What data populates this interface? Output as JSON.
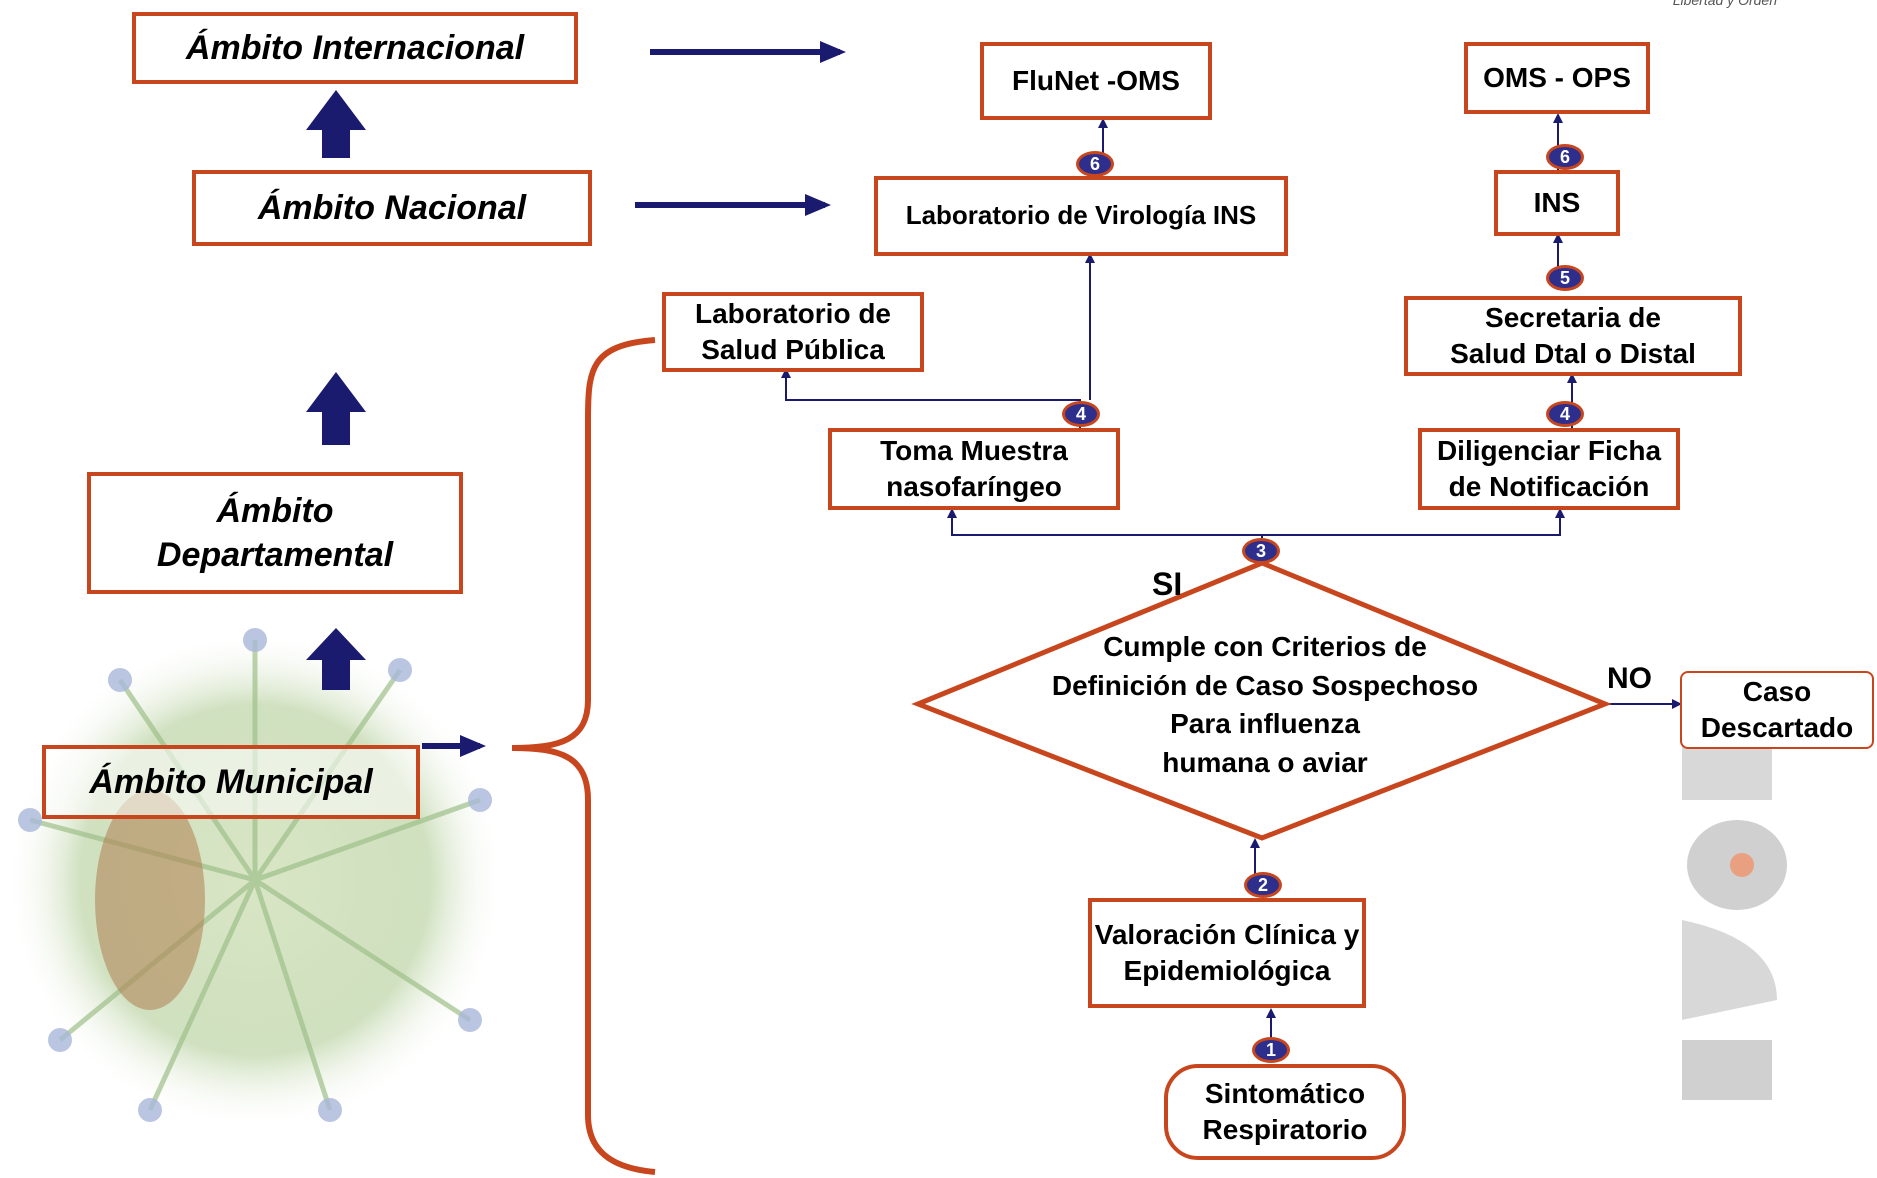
{
  "header": {
    "tagline": "Libertad y Orden"
  },
  "levels": {
    "internacional": "Ámbito Internacional",
    "nacional": "Ámbito Nacional",
    "departamental": "Ámbito\nDepartamental",
    "municipal": "Ámbito Municipal"
  },
  "nodes": {
    "flunet": "FluNet -OMS",
    "oms_ops": "OMS - OPS",
    "lab_virologia": "Laboratorio de Virología INS",
    "ins": "INS",
    "lab_salud_publica": "Laboratorio de\nSalud Pública",
    "secretaria": "Secretaria de\nSalud Dtal o Distal",
    "toma_muestra": "Toma Muestra\nnasofaríngeo",
    "diligenciar_ficha": "Diligenciar Ficha\nde Notificación",
    "decision": "Cumple con Criterios de\nDefinición de Caso Sospechoso\nPara influenza\nhumana o aviar",
    "caso_descartado": "Caso\nDescartado",
    "valoracion": "Valoración Clínica y\nEpidemiológica",
    "sintomatico": "Sintomático\nRespiratorio"
  },
  "labels": {
    "si": "SI",
    "no": "NO"
  },
  "steps": {
    "s1": "1",
    "s2": "2",
    "s3": "3",
    "s4a": "4",
    "s4b": "4",
    "s5": "5",
    "s6a": "6",
    "s6b": "6"
  },
  "colors": {
    "border": "#c8461e",
    "arrow": "#1a1a6e",
    "badge": "#2e2f8c"
  }
}
